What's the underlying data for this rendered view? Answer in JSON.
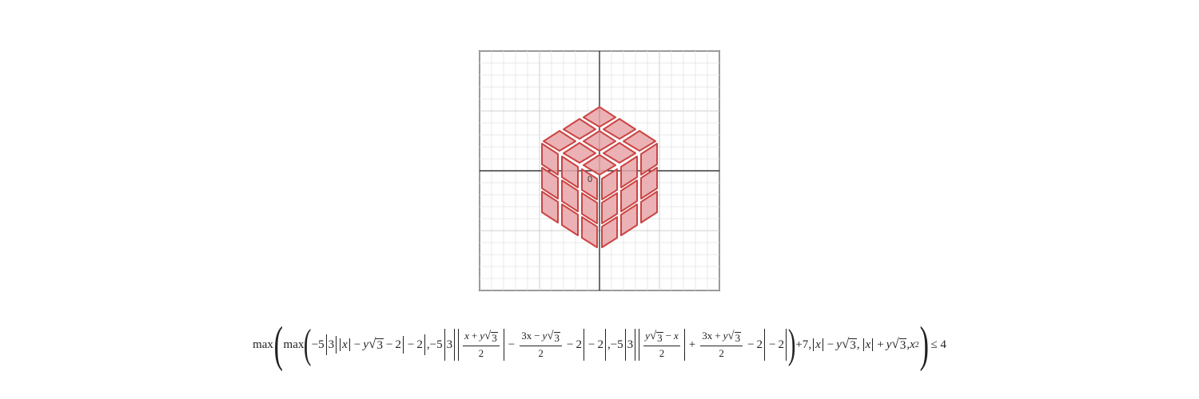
{
  "graph": {
    "origin_label": "0",
    "grid": true,
    "fill_color": "#e8a5a8",
    "stroke_color": "#cc4444"
  },
  "formula": {
    "max_label": "max",
    "t_m5": "−5",
    "t_3": "3",
    "t_2": "2",
    "t_7": "+7",
    "t_x": "x",
    "t_y": "y",
    "t_sqrt_arg": "3",
    "t_minus": "−",
    "t_plus": "+",
    "t_comma": ",",
    "t_3x": "3x",
    "t_x2_base": "x",
    "t_x2_exp": "2",
    "t_leq": "≤ 4"
  }
}
